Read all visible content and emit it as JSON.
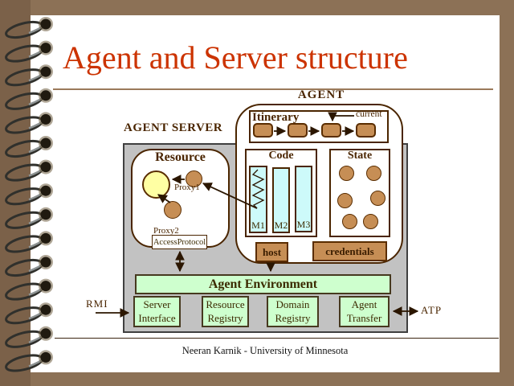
{
  "slide": {
    "title": "Agent and Server structure",
    "footer": "Neeran Karnik - University of Minnesota"
  },
  "labels": {
    "agent": "AGENT",
    "agent_server": "AGENT SERVER",
    "itinerary": "Itinerary",
    "current": "current",
    "code": "Code",
    "state": "State",
    "host": "host",
    "credentials": "credentials",
    "resource": "Resource",
    "proxy1": "Proxy1",
    "proxy2": "Proxy2",
    "access_protocol": "AccessProtocol",
    "agent_environment": "Agent Environment",
    "rmi": "RMI",
    "atp": "ATP"
  },
  "code_modules": [
    "M1",
    "M2",
    "M3"
  ],
  "server_components": [
    {
      "line1": "Server",
      "line2": "Interface"
    },
    {
      "line1": "Resource",
      "line2": "Registry"
    },
    {
      "line1": "Domain",
      "line2": "Registry"
    },
    {
      "line1": "Agent",
      "line2": "Transfer"
    }
  ],
  "colors": {
    "background": "#8c7156",
    "binder_strip": "#7b6149",
    "title_red": "#cc3300",
    "server_gray": "#c2c2c2",
    "object_brown": "#c68e55",
    "module_cyan": "#cdfafa",
    "environment_green": "#ceffce",
    "resource_yellow": "#ffffa3",
    "outline_brown": "#4a2500"
  }
}
